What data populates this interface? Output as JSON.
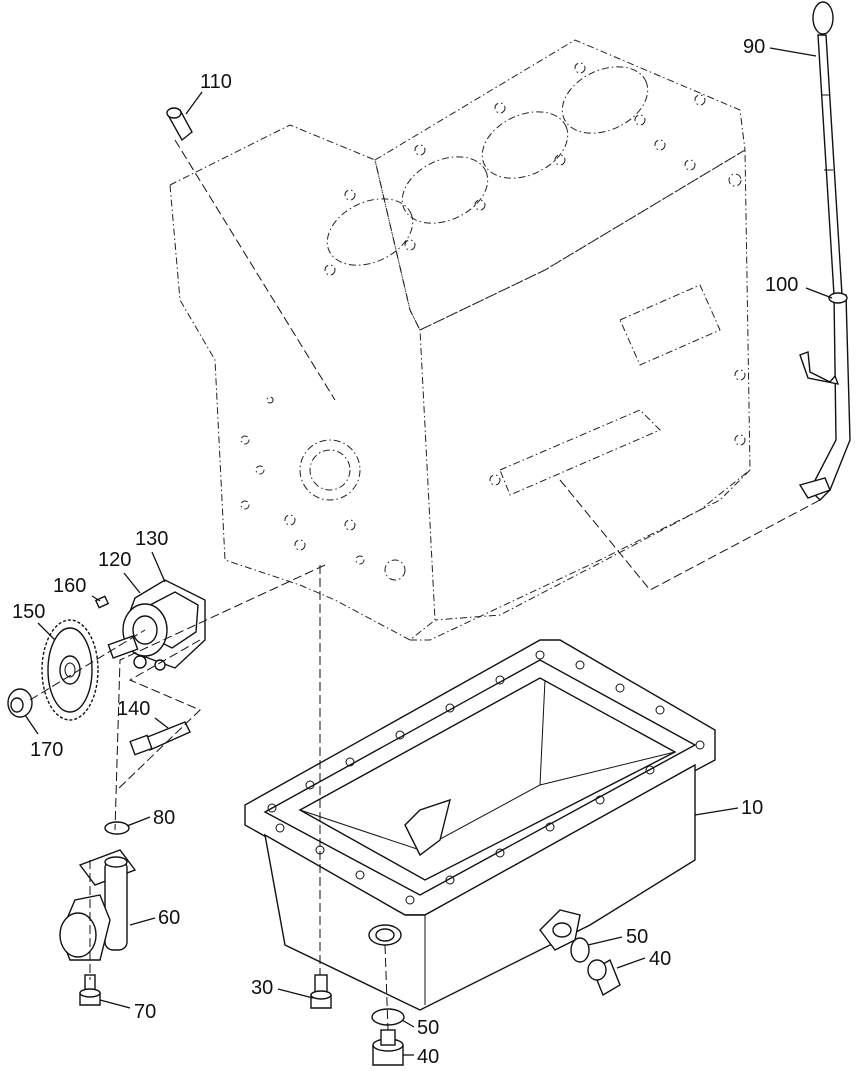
{
  "callouts": {
    "c10": "10",
    "c30": "30",
    "c40a": "40",
    "c40b": "40",
    "c50a": "50",
    "c50b": "50",
    "c60": "60",
    "c70": "70",
    "c80": "80",
    "c90": "90",
    "c100": "100",
    "c110": "110",
    "c120": "120",
    "c130": "130",
    "c140": "140",
    "c150": "150",
    "c160": "160",
    "c170": "170"
  }
}
